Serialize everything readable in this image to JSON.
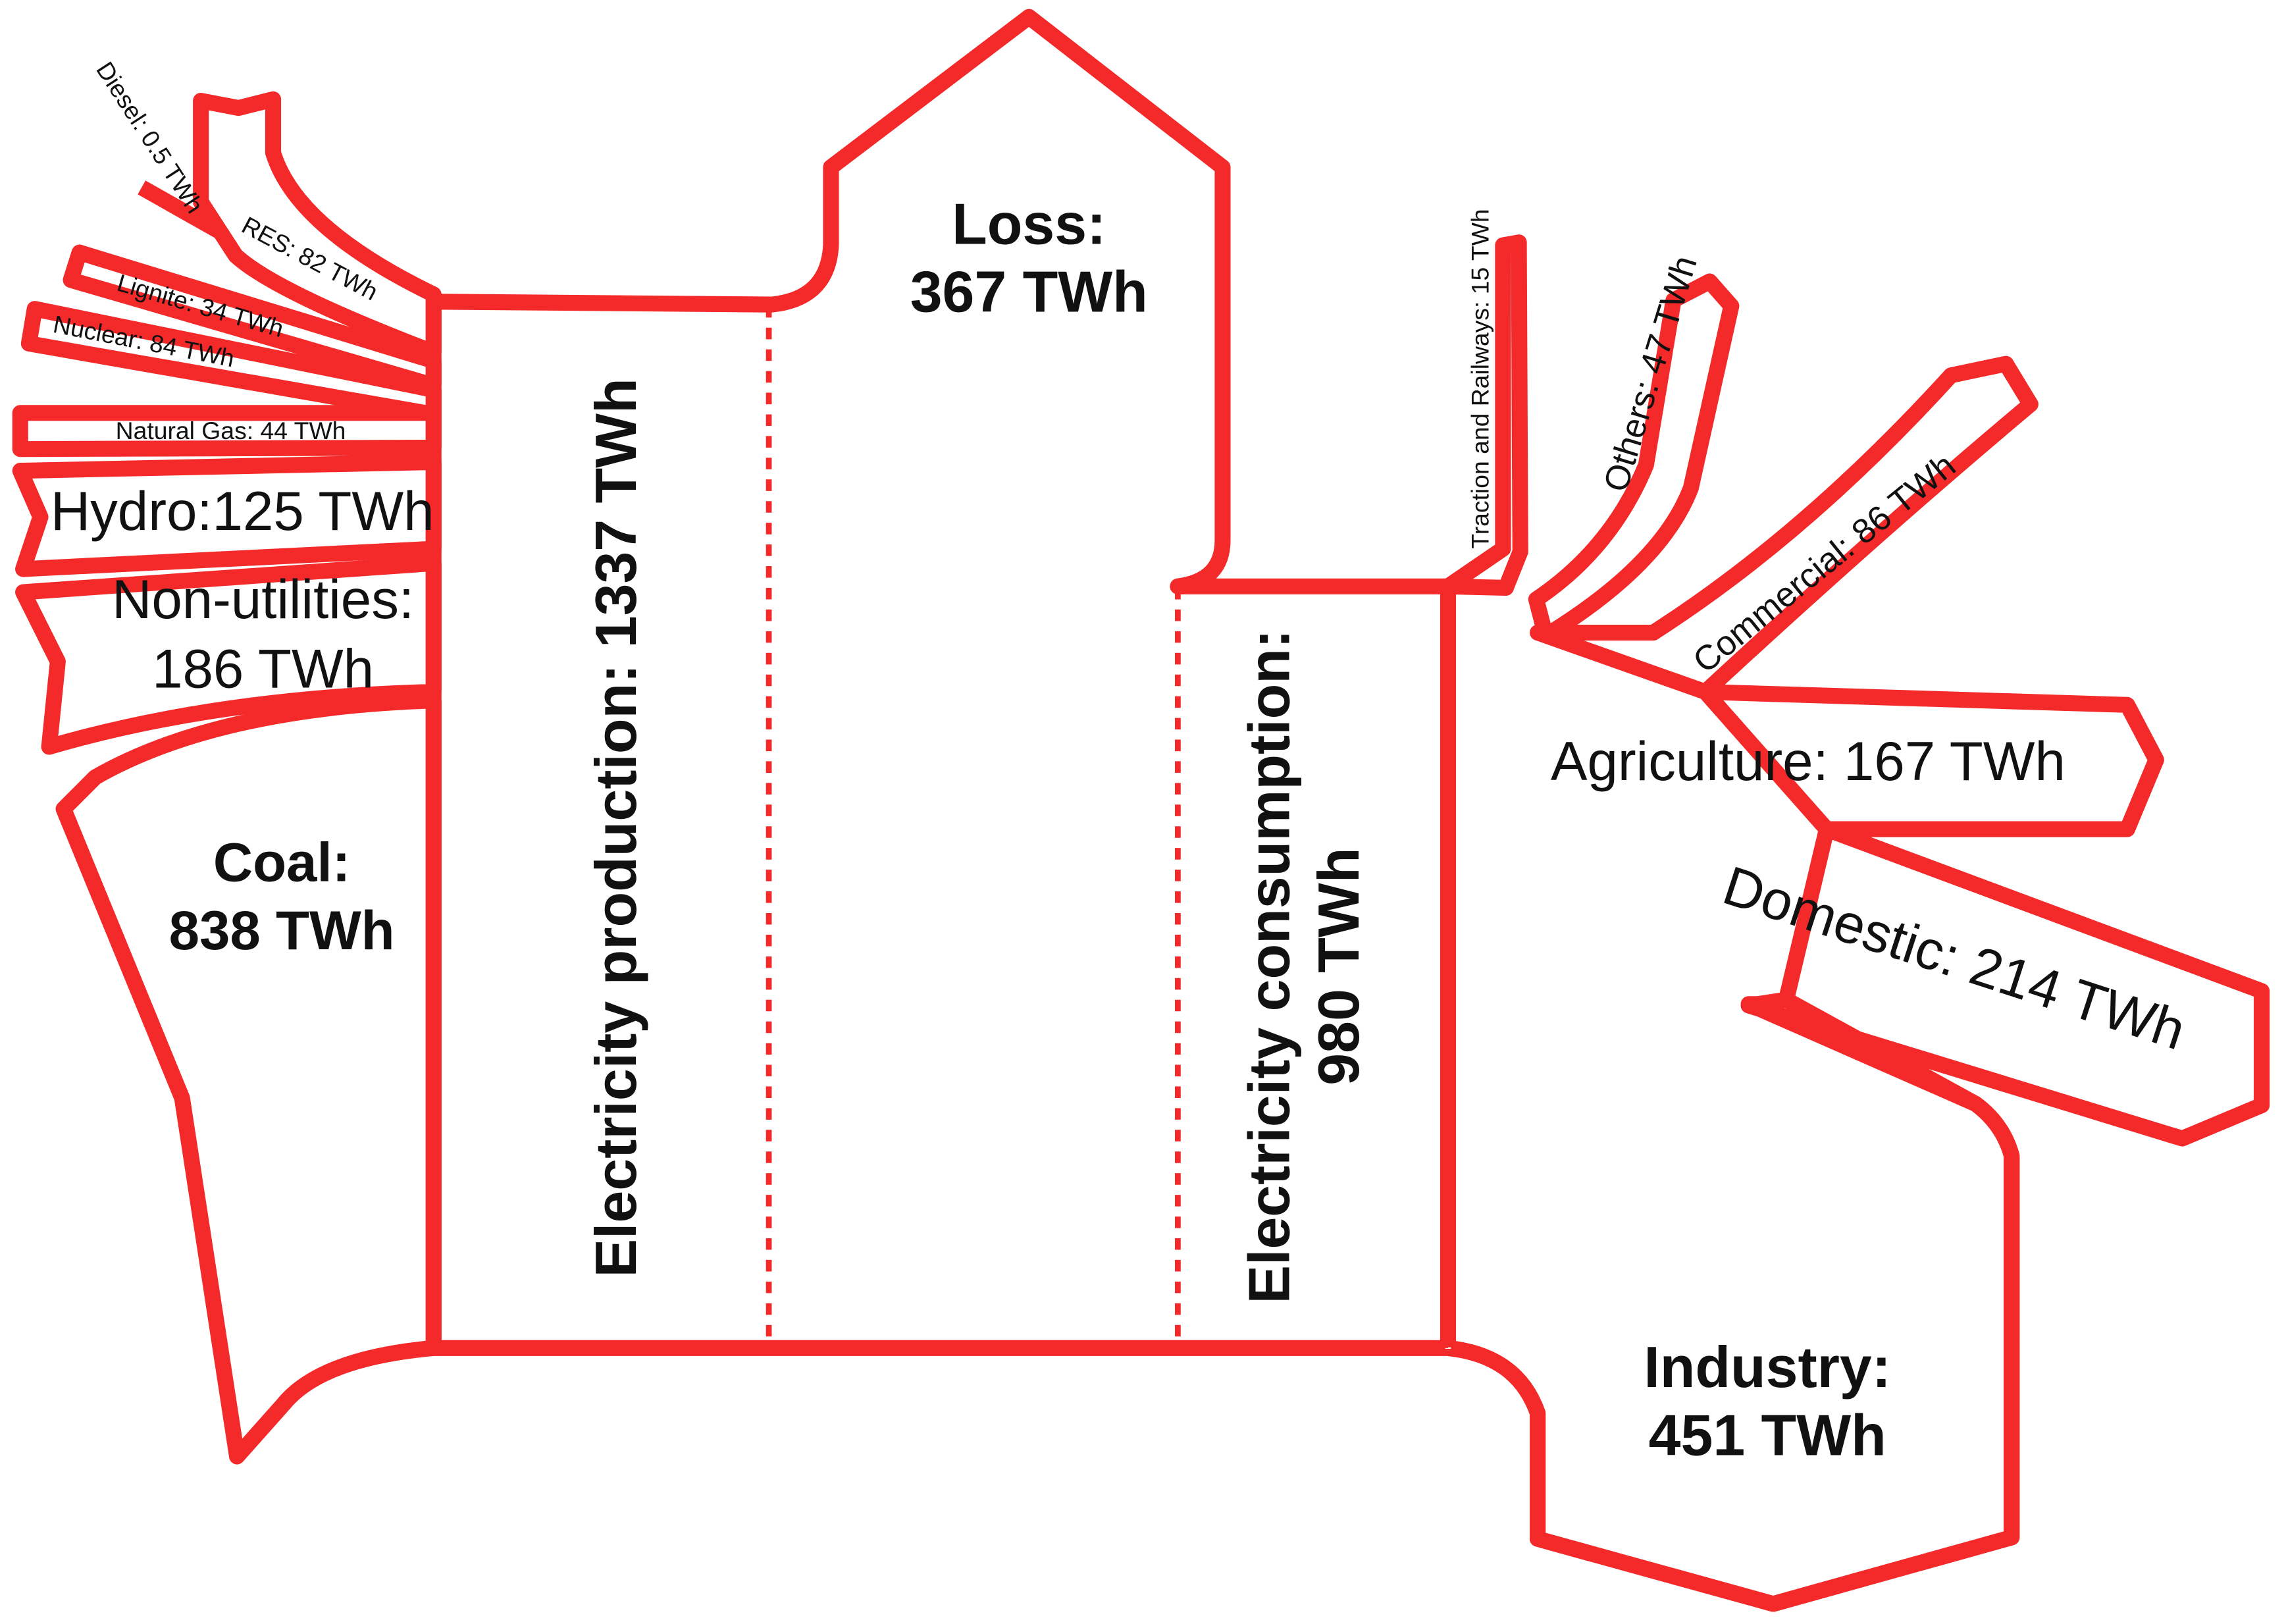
{
  "colors": {
    "flow_stroke": "#f42a2a",
    "text": "#111111",
    "background": "#ffffff"
  },
  "diagram": {
    "type": "sankey",
    "inputs": [
      {
        "name": "diesel",
        "label": "Diesel: 0.5 TWh",
        "value_twh": 0.5
      },
      {
        "name": "res",
        "label": "RES: 82 TWh",
        "value_twh": 82
      },
      {
        "name": "lignite",
        "label": "Lignite: 34 TWh",
        "value_twh": 34
      },
      {
        "name": "nuclear",
        "label": "Nuclear: 84 TWh",
        "value_twh": 84
      },
      {
        "name": "natural-gas",
        "label": "Natural Gas: 44 TWh",
        "value_twh": 44
      },
      {
        "name": "hydro",
        "label": "Hydro:125 TWh",
        "value_twh": 125
      },
      {
        "name": "non-utilities",
        "label_line1": "Non-utilities:",
        "label_line2": "186 TWh",
        "value_twh": 186
      },
      {
        "name": "coal",
        "label_line1": "Coal:",
        "label_line2": "838 TWh",
        "value_twh": 838
      }
    ],
    "production": {
      "label": "Electricity production: 1337 TWh",
      "value_twh": 1337
    },
    "loss": {
      "label_line1": "Loss:",
      "label_line2": "367 TWh",
      "value_twh": 367
    },
    "consumption": {
      "label_line1": "Electricity consumption:",
      "label_line2": "980 TWh",
      "value_twh": 980
    },
    "outputs": [
      {
        "name": "traction-railways",
        "label": "Traction and Railways: 15 TWh",
        "value_twh": 15
      },
      {
        "name": "others",
        "label": "Others: 47 TWh",
        "value_twh": 47
      },
      {
        "name": "commercial",
        "label": "Commercial: 86 TWh",
        "value_twh": 86
      },
      {
        "name": "agriculture",
        "label": "Agriculture: 167 TWh",
        "value_twh": 167
      },
      {
        "name": "domestic",
        "label": "Domestic: 214 TWh",
        "value_twh": 214
      },
      {
        "name": "industry",
        "label_line1": "Industry:",
        "label_line2": "451 TWh",
        "value_twh": 451
      }
    ]
  }
}
